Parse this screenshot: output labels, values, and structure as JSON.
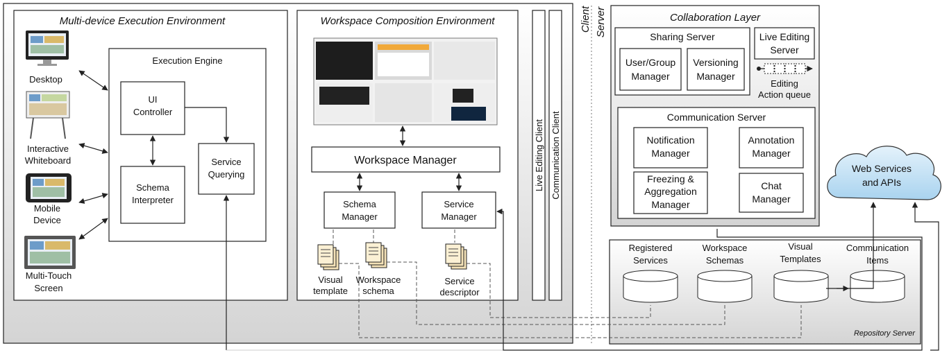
{
  "client_label": "Client",
  "server_label": "Server",
  "mdee": {
    "title": "Multi-device Execution Environment",
    "devices": [
      "Desktop",
      "Interactive",
      "Whiteboard",
      "Mobile",
      "Device",
      "Multi-Touch",
      "Screen"
    ],
    "engine_title": "Execution Engine",
    "ui_controller": [
      "UI",
      "Controller"
    ],
    "schema_interpreter": [
      "Schema",
      "Interpreter"
    ],
    "service_querying": [
      "Service",
      "Querying"
    ]
  },
  "wce": {
    "title": "Workspace Composition Environment",
    "workspace_manager": "Workspace Manager",
    "schema_manager": [
      "Schema",
      "Manager"
    ],
    "service_manager": [
      "Service",
      "Manager"
    ],
    "docs": [
      [
        "Visual",
        "template"
      ],
      [
        "Workspace",
        "schema"
      ],
      [
        "Service",
        "descriptor"
      ]
    ]
  },
  "live_editing_client": "Live Editing Client",
  "communication_client": "Communication Client",
  "collab": {
    "title": "Collaboration Layer",
    "sharing_server": "Sharing Server",
    "user_group_manager": [
      "User/Group",
      "Manager"
    ],
    "versioning_manager": [
      "Versioning",
      "Manager"
    ],
    "live_editing_server": [
      "Live Editing",
      "Server"
    ],
    "editing_queue": [
      "Editing",
      "Action queue"
    ],
    "communication_server": "Communication Server",
    "notification_manager": [
      "Notification",
      "Manager"
    ],
    "annotation_manager": [
      "Annotation",
      "Manager"
    ],
    "freezing_manager": [
      "Freezing &",
      "Aggregation",
      "Manager"
    ],
    "chat_manager": [
      "Chat",
      "Manager"
    ]
  },
  "web_services": [
    "Web Services",
    "and APIs"
  ],
  "repository": {
    "label": "Repository Server",
    "stores": [
      [
        "Registered",
        "Services"
      ],
      [
        "Workspace",
        "Schemas"
      ],
      [
        "Visual",
        "Templates"
      ],
      [
        "Communication",
        "Items"
      ]
    ]
  }
}
